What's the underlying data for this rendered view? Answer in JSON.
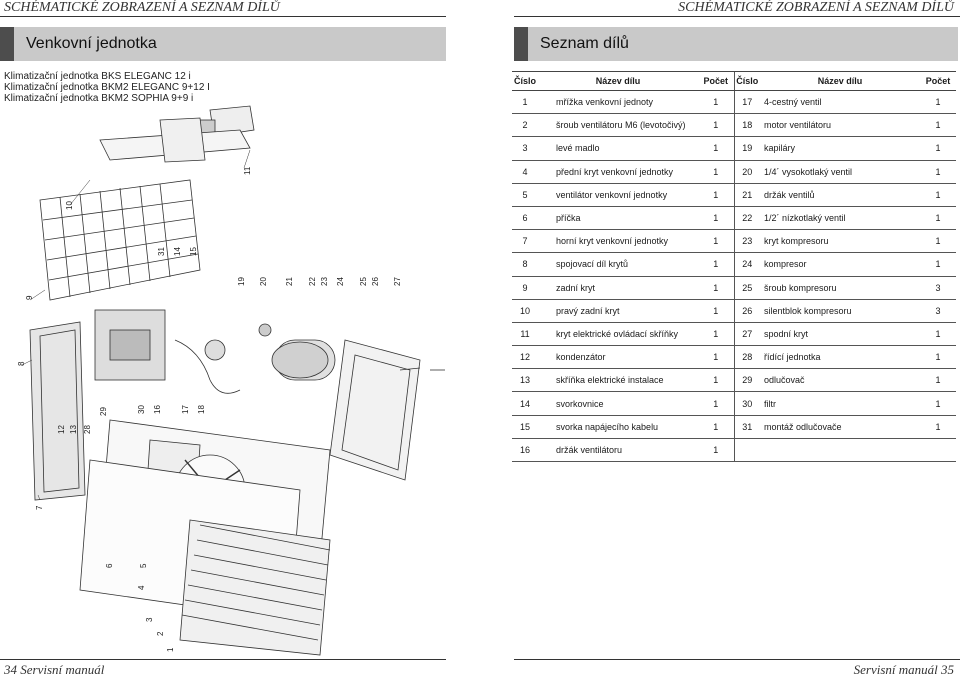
{
  "header": {
    "left_title": "SCHÉMATICKÉ ZOBRAZENÍ A SEZNAM DÍLŮ",
    "right_title": "SCHÉMATICKÉ ZOBRAZENÍ A SEZNAM DÍLŮ"
  },
  "left_section": {
    "title": "Venkovní jednotka",
    "models": [
      "Klimatizační jednotka BKS ELEGANC 12 i",
      "Klimatizační jednotka BKM2 ELEGANC 9+12 I",
      "Klimatizační jednotka BKM2 SOPHIA 9+9 i"
    ]
  },
  "right_section": {
    "title": "Seznam dílů"
  },
  "parts_table": {
    "headers": {
      "num": "Číslo",
      "name": "Název dílu",
      "qty": "Počet",
      "num2": "Číslo",
      "name2": "Název dílu",
      "qty2": "Počet"
    },
    "rows": [
      {
        "num": "1",
        "name": "mřížka venkovní jednoty",
        "qty": "1",
        "num2": "17",
        "name2": "4-cestný ventil",
        "qty2": "1"
      },
      {
        "num": "2",
        "name": "šroub ventilátoru M6 (levotočivý)",
        "qty": "1",
        "num2": "18",
        "name2": "motor ventilátoru",
        "qty2": "1"
      },
      {
        "num": "3",
        "name": "levé madlo",
        "qty": "1",
        "num2": "19",
        "name2": "kapiláry",
        "qty2": "1"
      },
      {
        "num": "4",
        "name": "přední kryt venkovní jednotky",
        "qty": "1",
        "num2": "20",
        "name2": "1/4´ vysokotlaký ventil",
        "qty2": "1"
      },
      {
        "num": "5",
        "name": "ventilátor venkovní jednotky",
        "qty": "1",
        "num2": "21",
        "name2": "držák ventilů",
        "qty2": "1"
      },
      {
        "num": "6",
        "name": "příčka",
        "qty": "1",
        "num2": "22",
        "name2": "1/2´ nízkotlaký ventil",
        "qty2": "1"
      },
      {
        "num": "7",
        "name": "horní kryt venkovní jednotky",
        "qty": "1",
        "num2": "23",
        "name2": "kryt kompresoru",
        "qty2": "1"
      },
      {
        "num": "8",
        "name": "spojovací díl krytů",
        "qty": "1",
        "num2": "24",
        "name2": "kompresor",
        "qty2": "1"
      },
      {
        "num": "9",
        "name": "zadní kryt",
        "qty": "1",
        "num2": "25",
        "name2": "šroub kompresoru",
        "qty2": "3"
      },
      {
        "num": "10",
        "name": "pravý zadní kryt",
        "qty": "1",
        "num2": "26",
        "name2": "silentblok kompresoru",
        "qty2": "3"
      },
      {
        "num": "11",
        "name": "kryt elektrické ovládací skříňky",
        "qty": "1",
        "num2": "27",
        "name2": "spodní kryt",
        "qty2": "1"
      },
      {
        "num": "12",
        "name": "kondenzátor",
        "qty": "1",
        "num2": "28",
        "name2": "řídící jednotka",
        "qty2": "1"
      },
      {
        "num": "13",
        "name": "skříňka elektrické instalace",
        "qty": "1",
        "num2": "29",
        "name2": "odlučovač",
        "qty2": "1"
      },
      {
        "num": "14",
        "name": "svorkovnice",
        "qty": "1",
        "num2": "30",
        "name2": "filtr",
        "qty2": "1"
      },
      {
        "num": "15",
        "name": "svorka napájecího kabelu",
        "qty": "1",
        "num2": "31",
        "name2": "montáž odlučovače",
        "qty2": "1"
      },
      {
        "num": "16",
        "name": "držák ventilátoru",
        "qty": "1",
        "num2": "",
        "name2": "",
        "qty2": ""
      }
    ]
  },
  "diagram": {
    "callouts": [
      "1",
      "2",
      "3",
      "4",
      "5",
      "6",
      "7",
      "8",
      "9",
      "10",
      "11",
      "12",
      "13",
      "14",
      "15",
      "16",
      "17",
      "18",
      "19",
      "20",
      "21",
      "22",
      "23",
      "24",
      "25",
      "26",
      "27",
      "28",
      "29",
      "30",
      "31"
    ]
  },
  "footer": {
    "left": "34 Servisní manuál",
    "right": "Servisní manuál 35"
  }
}
